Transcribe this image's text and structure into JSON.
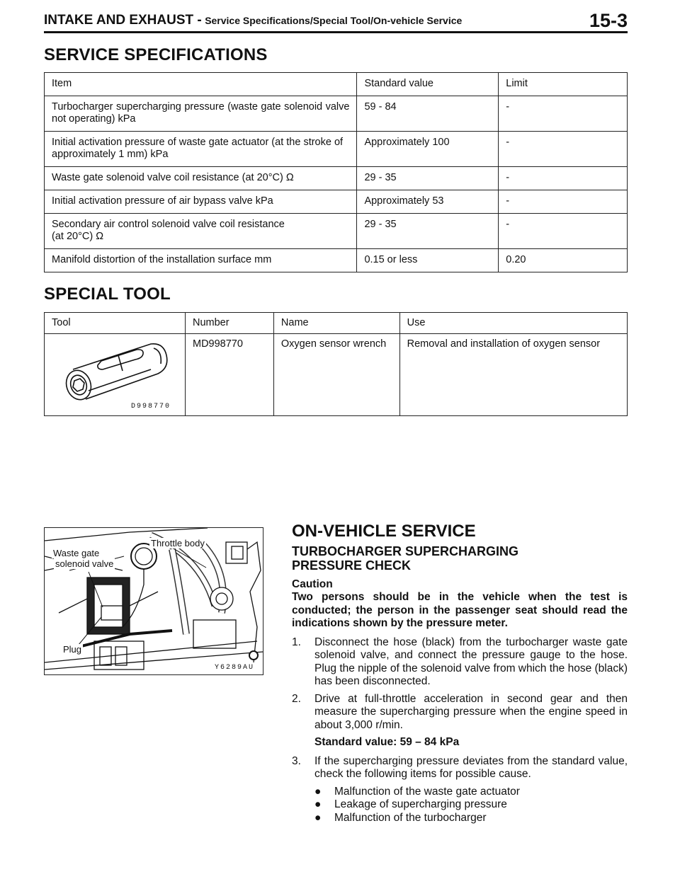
{
  "header": {
    "section": "INTAKE AND EXHAUST -",
    "subtitle": "Service Specifications/Special Tool/On-vehicle Service",
    "page": "15-3"
  },
  "service_specifications": {
    "title": "SERVICE SPECIFICATIONS",
    "columns": [
      "Item",
      "Standard value",
      "Limit"
    ],
    "rows": [
      {
        "item": "Turbocharger supercharging pressure (waste gate solenoid valve not operating) kPa",
        "standard": "59 - 84",
        "limit": "-"
      },
      {
        "item": "Initial activation pressure of waste gate actuator (at the stroke of approximately 1 mm) kPa",
        "standard": "Approximately 100",
        "limit": "-"
      },
      {
        "item": "Waste gate solenoid valve coil resistance (at 20°C) Ω",
        "standard": "29 - 35",
        "limit": "-"
      },
      {
        "item": "Initial activation pressure of air bypass valve kPa",
        "standard": "Approximately 53",
        "limit": "-"
      },
      {
        "item": "Secondary air control solenoid valve coil resistance (at 20°C) Ω",
        "standard": "29 - 35",
        "limit": "-"
      },
      {
        "item": "Manifold distortion of the installation surface mm",
        "standard": "0.15 or less",
        "limit": "0.20"
      }
    ]
  },
  "special_tool": {
    "title": "SPECIAL TOOL",
    "columns": [
      "Tool",
      "Number",
      "Name",
      "Use"
    ],
    "rows": [
      {
        "tool_code": "D998770",
        "number": "MD998770",
        "name": "Oxygen sensor wrench",
        "use": "Removal and installation of oxygen sensor"
      }
    ]
  },
  "figure": {
    "labels": {
      "waste_gate_line1": "Waste gate",
      "waste_gate_line2": "solenoid valve",
      "throttle_body": "Throttle body",
      "plug": "Plug"
    },
    "code": "Y6289AU"
  },
  "on_vehicle_service": {
    "title": "ON-VEHICLE SERVICE",
    "subtitle_line1": "TURBOCHARGER SUPERCHARGING",
    "subtitle_line2": "PRESSURE CHECK",
    "caution_title": "Caution",
    "caution_text": "Two persons should be in the vehicle when the test is conducted; the person in the passenger seat should read the indications shown by the pressure meter.",
    "steps": [
      {
        "num": "1.",
        "text": "Disconnect the hose (black) from the turbocharger waste gate solenoid valve, and connect the pressure gauge to the hose. Plug the nipple of the solenoid valve from which the hose (black) has been disconnected."
      },
      {
        "num": "2.",
        "text": "Drive at full-throttle acceleration in second gear and then measure the supercharging pressure when the engine speed in about 3,000 r/min."
      },
      {
        "num": "3.",
        "text": "If the supercharging pressure deviates from the standard value, check the following items for possible cause."
      }
    ],
    "standard_value": "Standard value: 59 – 84 kPa",
    "bullets": [
      "Malfunction of the waste gate actuator",
      "Leakage of supercharging pressure",
      "Malfunction of the turbocharger"
    ]
  }
}
